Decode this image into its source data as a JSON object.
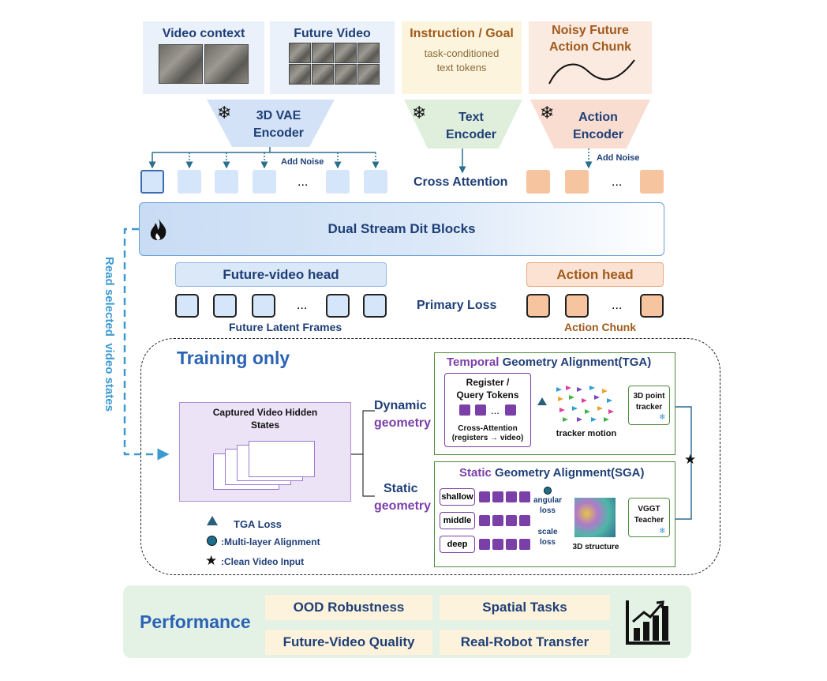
{
  "inputs": {
    "video_context": "Video context",
    "future_video": "Future Video",
    "instruction_title": "Instruction / Goal",
    "instruction_sub_1": "task-conditioned",
    "instruction_sub_2": "text tokens",
    "noisy_action_1": "Noisy Future",
    "noisy_action_2": "Action Chunk"
  },
  "encoders": {
    "vae_1": "3D VAE",
    "vae_2": "Encoder",
    "text_1": "Text",
    "text_2": "Encoder",
    "action_1": "Action",
    "action_2": "Encoder"
  },
  "labels": {
    "add_noise_video": "Add Noise",
    "add_noise_action": "Add Noise",
    "cross_attention": "Cross Attention",
    "ellipsis": "...",
    "dit_blocks": "Dual Stream Dit Blocks",
    "future_video_head": "Future-video head",
    "action_head": "Action head",
    "primary_loss": "Primary Loss",
    "future_latent_frames": "Future Latent Frames",
    "action_chunk": "Action Chunk",
    "read_selected": "Read selected  video states"
  },
  "training": {
    "title": "Training only",
    "captured_1": "Captured Video Hidden",
    "captured_2": "States",
    "dynamic_1": "Dynamic",
    "dynamic_2": "geometry",
    "static_1": "Static",
    "static_2": "geometry",
    "legend_tga": "TGA Loss",
    "legend_multilayer": ":Multi-layer Alignment",
    "legend_clean": ":Clean Video Input"
  },
  "tga": {
    "title_colored": "Temporal",
    "title_rest": " Geometry Alignment(TGA)",
    "register_1": "Register /",
    "register_2": "Query Tokens",
    "cross_attn_1": "Cross-Attention",
    "cross_attn_2": "(registers → video)",
    "tracker_motion": "tracker motion",
    "point_tracker_1": "3D point",
    "point_tracker_2": "tracker"
  },
  "sga": {
    "title_colored": "Static",
    "title_rest": " Geometry Alignment(SGA)",
    "layers": [
      "shallow",
      "middle",
      "deep"
    ],
    "angular_1": "angular",
    "angular_2": "loss",
    "scale_1": "scale",
    "scale_2": "loss",
    "structure": "3D structure",
    "vggt_1": "VGGT",
    "vggt_2": "Teacher"
  },
  "performance": {
    "title": "Performance",
    "items": [
      "OOD Robustness",
      "Spatial Tasks",
      "Future-Video Quality",
      "Real-Robot Transfer"
    ]
  },
  "colors": {
    "navy": "#1f3f77",
    "brown": "#a05a1c",
    "purple": "#7b3fa8",
    "green_border": "#4f8a3c",
    "teal_arrow": "#2b6f8f"
  }
}
